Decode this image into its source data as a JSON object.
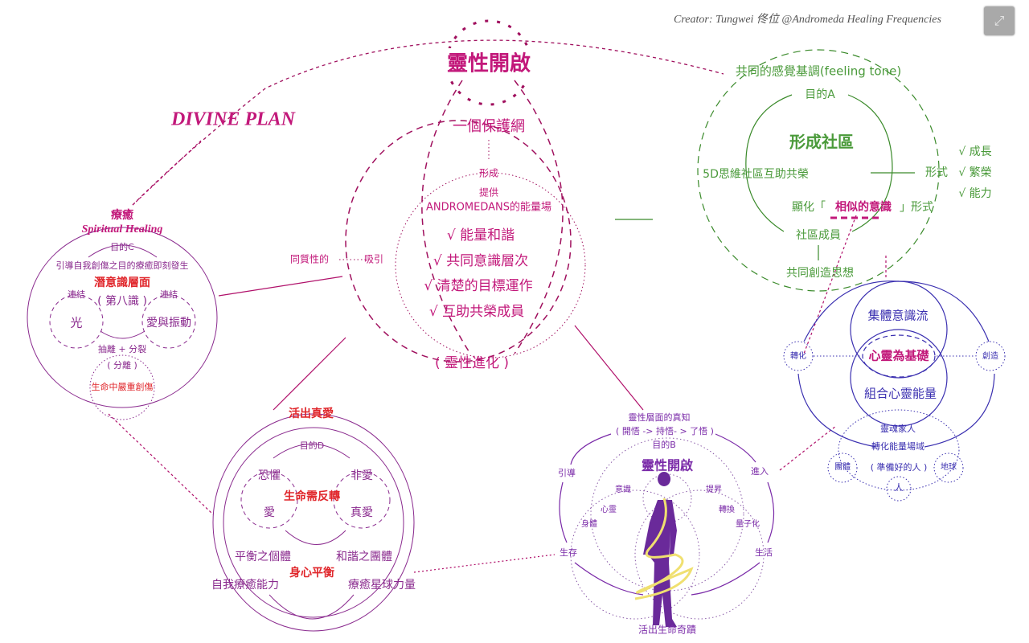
{
  "header": {
    "creator": "Creator: Tungwei 佟位   @Andromeda Healing Frequencies",
    "fullscreen_icon": "expand-icon"
  },
  "top": {
    "title": "靈性開啟",
    "divine_plan": "DIVINE PLAN"
  },
  "center": {
    "net": "一個保護網",
    "form": "形成",
    "provide": "提供",
    "field": "ANDROMEDANS的能量場",
    "checks": [
      "√ 能量和諧",
      "√ 共同意識層次",
      "√ 清楚的目標運作",
      "√ 互助共榮成員"
    ],
    "homogeneous": "同質性的",
    "attract": "吸引",
    "evolution": "( 靈性進化 )"
  },
  "healing": {
    "title": "療癒",
    "subtitle": "Spiritual Healing",
    "purpose": "目的C",
    "guide": "引導自我創傷之目的療癒即刻發生",
    "subconscious": "潛意識層面",
    "eighth": "( 第八識 )",
    "link_l": "連結",
    "link_r": "連結",
    "light": "光",
    "love_vib": "愛與振動",
    "split": "抽離 + 分裂",
    "separation": "( 分離 )",
    "trauma": "生命中嚴重創傷"
  },
  "love": {
    "title": "活出真愛",
    "purpose": "目的D",
    "fear": "恐懼",
    "nonlove": "非愛",
    "reverse": "生命需反轉",
    "love": "愛",
    "truelove": "真愛",
    "individual": "平衡之個體",
    "group": "和諧之團體",
    "balance": "身心平衡",
    "selfheal": "自我療癒能力",
    "planet": "療癒星球力量"
  },
  "awakening": {
    "truth": "靈性層面的真知",
    "stages": "( 開悟 -> 持悟- > 了悟 )",
    "purpose": "目的B",
    "title": "靈性開啟",
    "consciousness": "意識",
    "elevate": "提昇",
    "mind": "心靈",
    "transform": "轉換",
    "body": "身體",
    "quantize": "量子化",
    "guide": "引導",
    "enter": "進入",
    "survive": "生存",
    "live": "生活",
    "miracle": "活出生命奇蹟"
  },
  "collective": {
    "stream": "集體意識流",
    "base": "心靈為基礎",
    "combine": "組合心靈能量",
    "transform": "轉化",
    "create": "創造",
    "soul_family": "靈魂家人",
    "field": "轉化能量場域",
    "group": "團體",
    "ready": "( 準備好的人 )",
    "earth": "地球",
    "person": "人"
  },
  "community": {
    "tone": "共同的感覺基調(feeling tone)",
    "purpose": "目的A",
    "title": "形成社區",
    "fived": "5D思維社區互助共榮",
    "form": "形式",
    "checks": [
      "√ 成長",
      "√ 繁榮",
      "√ 能力"
    ],
    "manifest_pre": "顯化「",
    "manifest_key": "相似的意識",
    "manifest_post": "」形式",
    "members": "社區成員",
    "cocreate": "共同創造思想"
  },
  "colors": {
    "magenta": "#c2187a",
    "purple": "#8a2a8e",
    "red": "#e0262b",
    "green": "#4a9a3a",
    "blue": "#3a2fb0"
  }
}
